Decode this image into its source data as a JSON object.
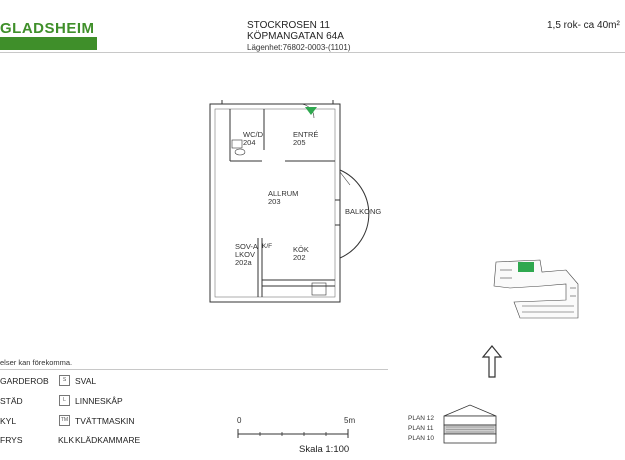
{
  "brand": {
    "name": "GLADSHEIM",
    "color": "#3f8f2a"
  },
  "header": {
    "property": "STOCKROSEN 11",
    "street": "KÖPMANGATAN 64A",
    "unit": "Lägenhet:76802-0003-(1101)",
    "size": "1,5 rok- ca 40m²"
  },
  "plan": {
    "rooms": [
      {
        "name": "WC/D",
        "number": "204"
      },
      {
        "name": "ENTRÉ",
        "number": "205"
      },
      {
        "name": "ALLRUM",
        "number": "203"
      },
      {
        "name": "BALKONG",
        "number": ""
      },
      {
        "name": "SOV-ALKOV",
        "number": "202a"
      },
      {
        "name": "KÖK",
        "number": "202"
      }
    ],
    "fixture_kf": "K/F",
    "entrance_color": "#2fa84f"
  },
  "legend": {
    "note": "elser kan förekomma.",
    "items": [
      {
        "code": "",
        "label": "GARDEROB"
      },
      {
        "code": "S",
        "label": "SVAL"
      },
      {
        "code": "",
        "label": "STÄD"
      },
      {
        "code": "L",
        "label": "LINNESKÅP"
      },
      {
        "code": "",
        "label": "KYL"
      },
      {
        "code": "TM",
        "label": "TVÄTTMASKIN"
      },
      {
        "code": "",
        "label": "FRYS"
      },
      {
        "code": "KLK",
        "label": "KLÄDKAMMARE"
      }
    ]
  },
  "scale": {
    "start": "0",
    "end": "5m",
    "label": "Skala 1:100"
  },
  "floors": [
    {
      "label": "PLAN 12",
      "highlight": false
    },
    {
      "label": "PLAN 11",
      "highlight": true
    },
    {
      "label": "PLAN 10",
      "highlight": false
    }
  ]
}
